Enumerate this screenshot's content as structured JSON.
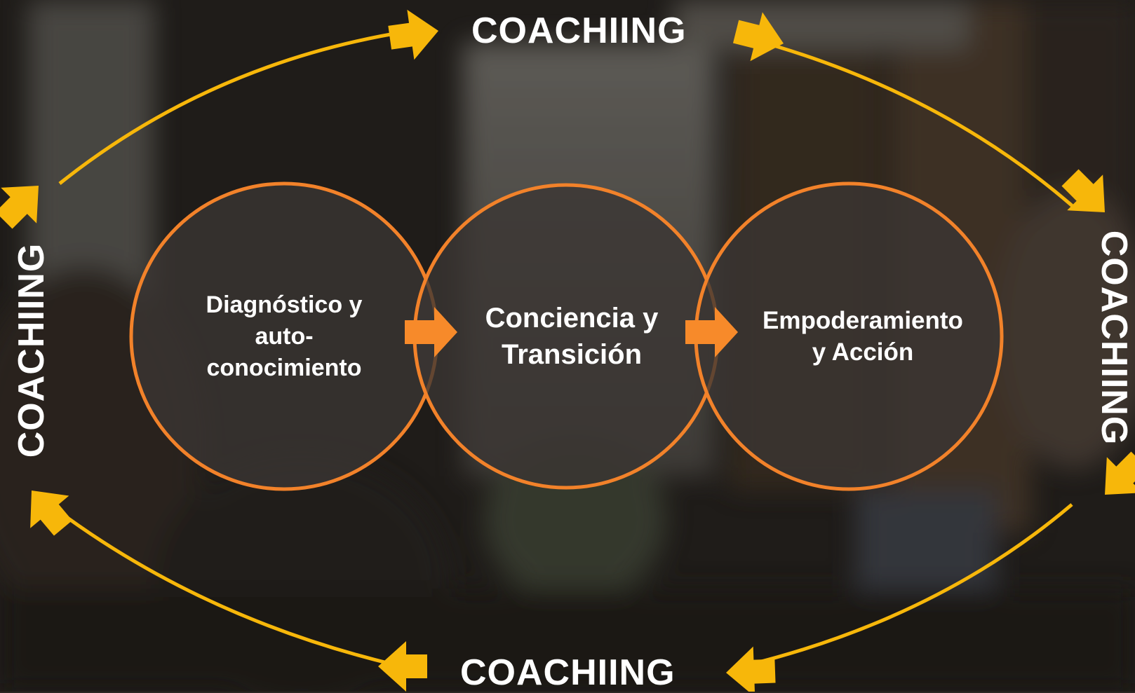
{
  "stages": [
    {
      "label": "Diagnóstico y auto-conocimiento"
    },
    {
      "label": "Conciencia y Transición"
    },
    {
      "label": "Empoderamiento y Acción"
    }
  ],
  "coaching": {
    "top": "COACHIING",
    "bottom": "COACHIING",
    "left": "COACHIING",
    "right": "COACHIING"
  },
  "colors": {
    "circle_stroke": "#f2822a",
    "circle_fill": "#3b3633",
    "stage_arrow": "#f78a2a",
    "cycle_arrow": "#f7b70a",
    "text": "#ffffff"
  }
}
